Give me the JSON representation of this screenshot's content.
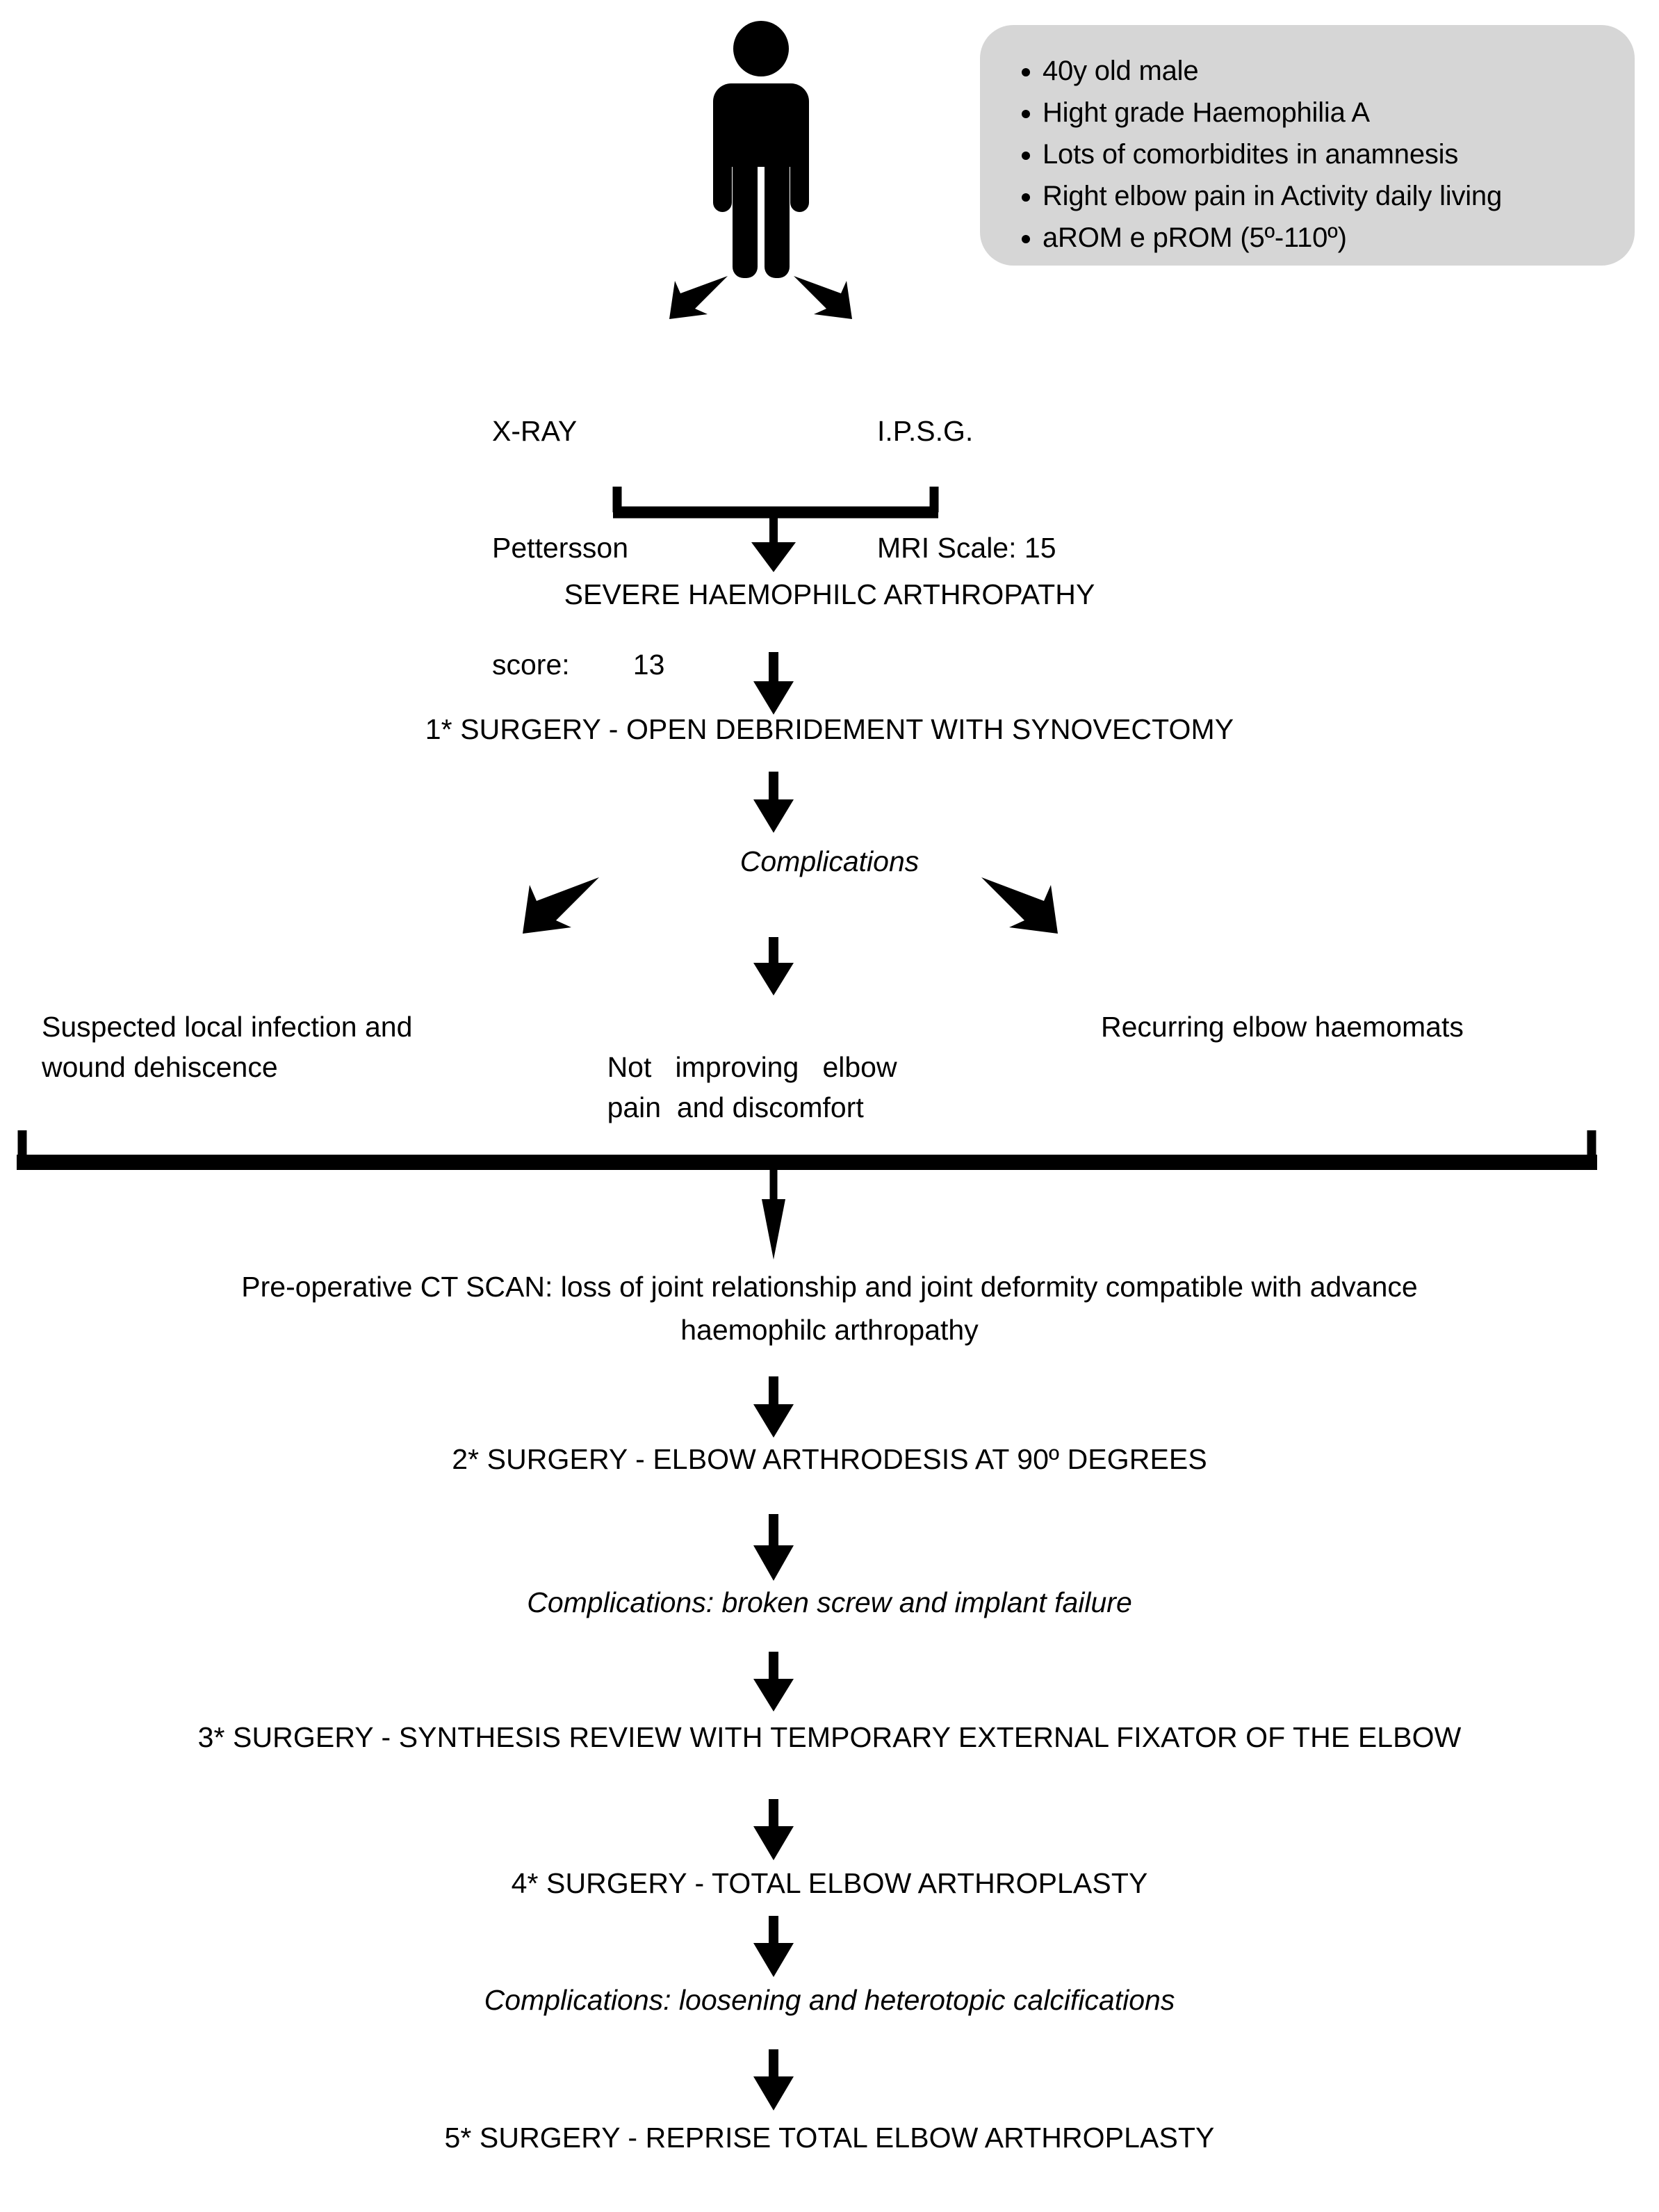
{
  "patient": {
    "icon": "person-pictogram",
    "info": [
      "40y old male",
      "Hight grade Haemophilia A",
      "Lots of comorbidites in anamnesis",
      "Right elbow pain in Activity daily living",
      "aROM e pROM (5º-110º)"
    ]
  },
  "assessments": {
    "xray": {
      "line1": "X-RAY",
      "line2": "Pettersson",
      "line3": "score:        13"
    },
    "mri": {
      "line1": "I.P.S.G.",
      "line2": "MRI Scale: 15"
    }
  },
  "diagnosis": "SEVERE HAEMOPHILC ARTHROPATHY",
  "surgery1": "1* SURGERY - OPEN DEBRIDEMENT WITH SYNOVECTOMY",
  "complications_label": "Complications",
  "complications": {
    "left_line1": "Suspected local infection",
    "left_line2": "and wound dehiscence",
    "center_line1": "Not   improving   elbow",
    "center_line2": "pain  and discomfort",
    "right": "Recurring elbow haemomats"
  },
  "ct_scan": {
    "line1": "Pre-operative CT SCAN: loss of joint relationship and joint deformity compatible with advance",
    "line2": "haemophilc arthropathy"
  },
  "surgery2": "2* SURGERY - ELBOW ARTHRODESIS AT 90º DEGREES",
  "complications2": "Complications: broken screw and implant failure",
  "surgery3": "3* SURGERY - SYNTHESIS REVIEW WITH TEMPORARY EXTERNAL FIXATOR OF THE ELBOW",
  "surgery4": "4* SURGERY - TOTAL ELBOW ARTHROPLASTY",
  "complications4": "Complications: loosening and heterotopic calcifications",
  "surgery5": "5* SURGERY - REPRISE TOTAL ELBOW ARTHROPLASTY",
  "colors": {
    "background": "#ffffff",
    "ink": "#000000",
    "infobox_fill": "#d6d6d6"
  }
}
